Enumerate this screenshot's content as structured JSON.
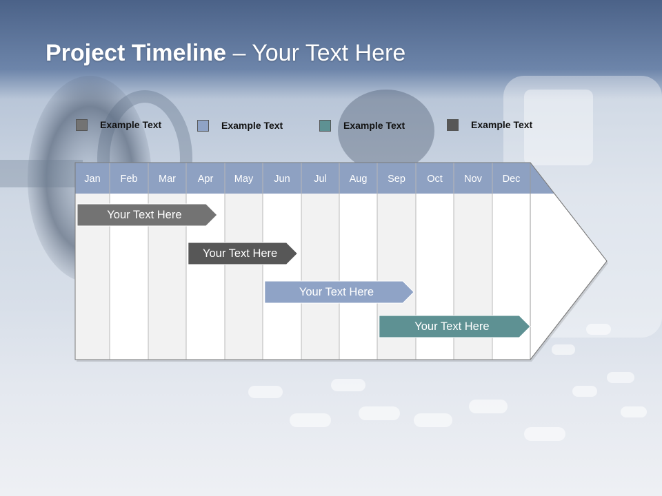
{
  "title": {
    "bold": "Project Timeline",
    "rest": " – Your Text Here"
  },
  "legend": [
    {
      "label": "Example Text",
      "color": "#737373"
    },
    {
      "label": "Example Text",
      "color": "#8fa3c6"
    },
    {
      "label": "Example Text",
      "color": "#5e9193"
    },
    {
      "label": "Example Text",
      "color": "#575757"
    }
  ],
  "chart_data": {
    "type": "gantt",
    "months": [
      "Jan",
      "Feb",
      "Mar",
      "Apr",
      "May",
      "Jun",
      "Jul",
      "Aug",
      "Sep",
      "Oct",
      "Nov",
      "Dec"
    ],
    "tasks": [
      {
        "label": "Your  Text Here",
        "start": 0,
        "end": 3.8,
        "color": "#737373"
      },
      {
        "label": "Your  Text Here",
        "start": 3.05,
        "end": 5.9,
        "color": "#575757"
      },
      {
        "label": "Your  Text Here",
        "start": 5.05,
        "end": 8.95,
        "color": "#8fa3c6"
      },
      {
        "label": "Your  Text Here",
        "start": 8.05,
        "end": 12.0,
        "color": "#5e9193"
      }
    ]
  },
  "colors": {
    "header": "#8ea1c2",
    "col_light": "#f2f2f2",
    "col_white": "#ffffff",
    "grid": "#b8b8b8"
  }
}
